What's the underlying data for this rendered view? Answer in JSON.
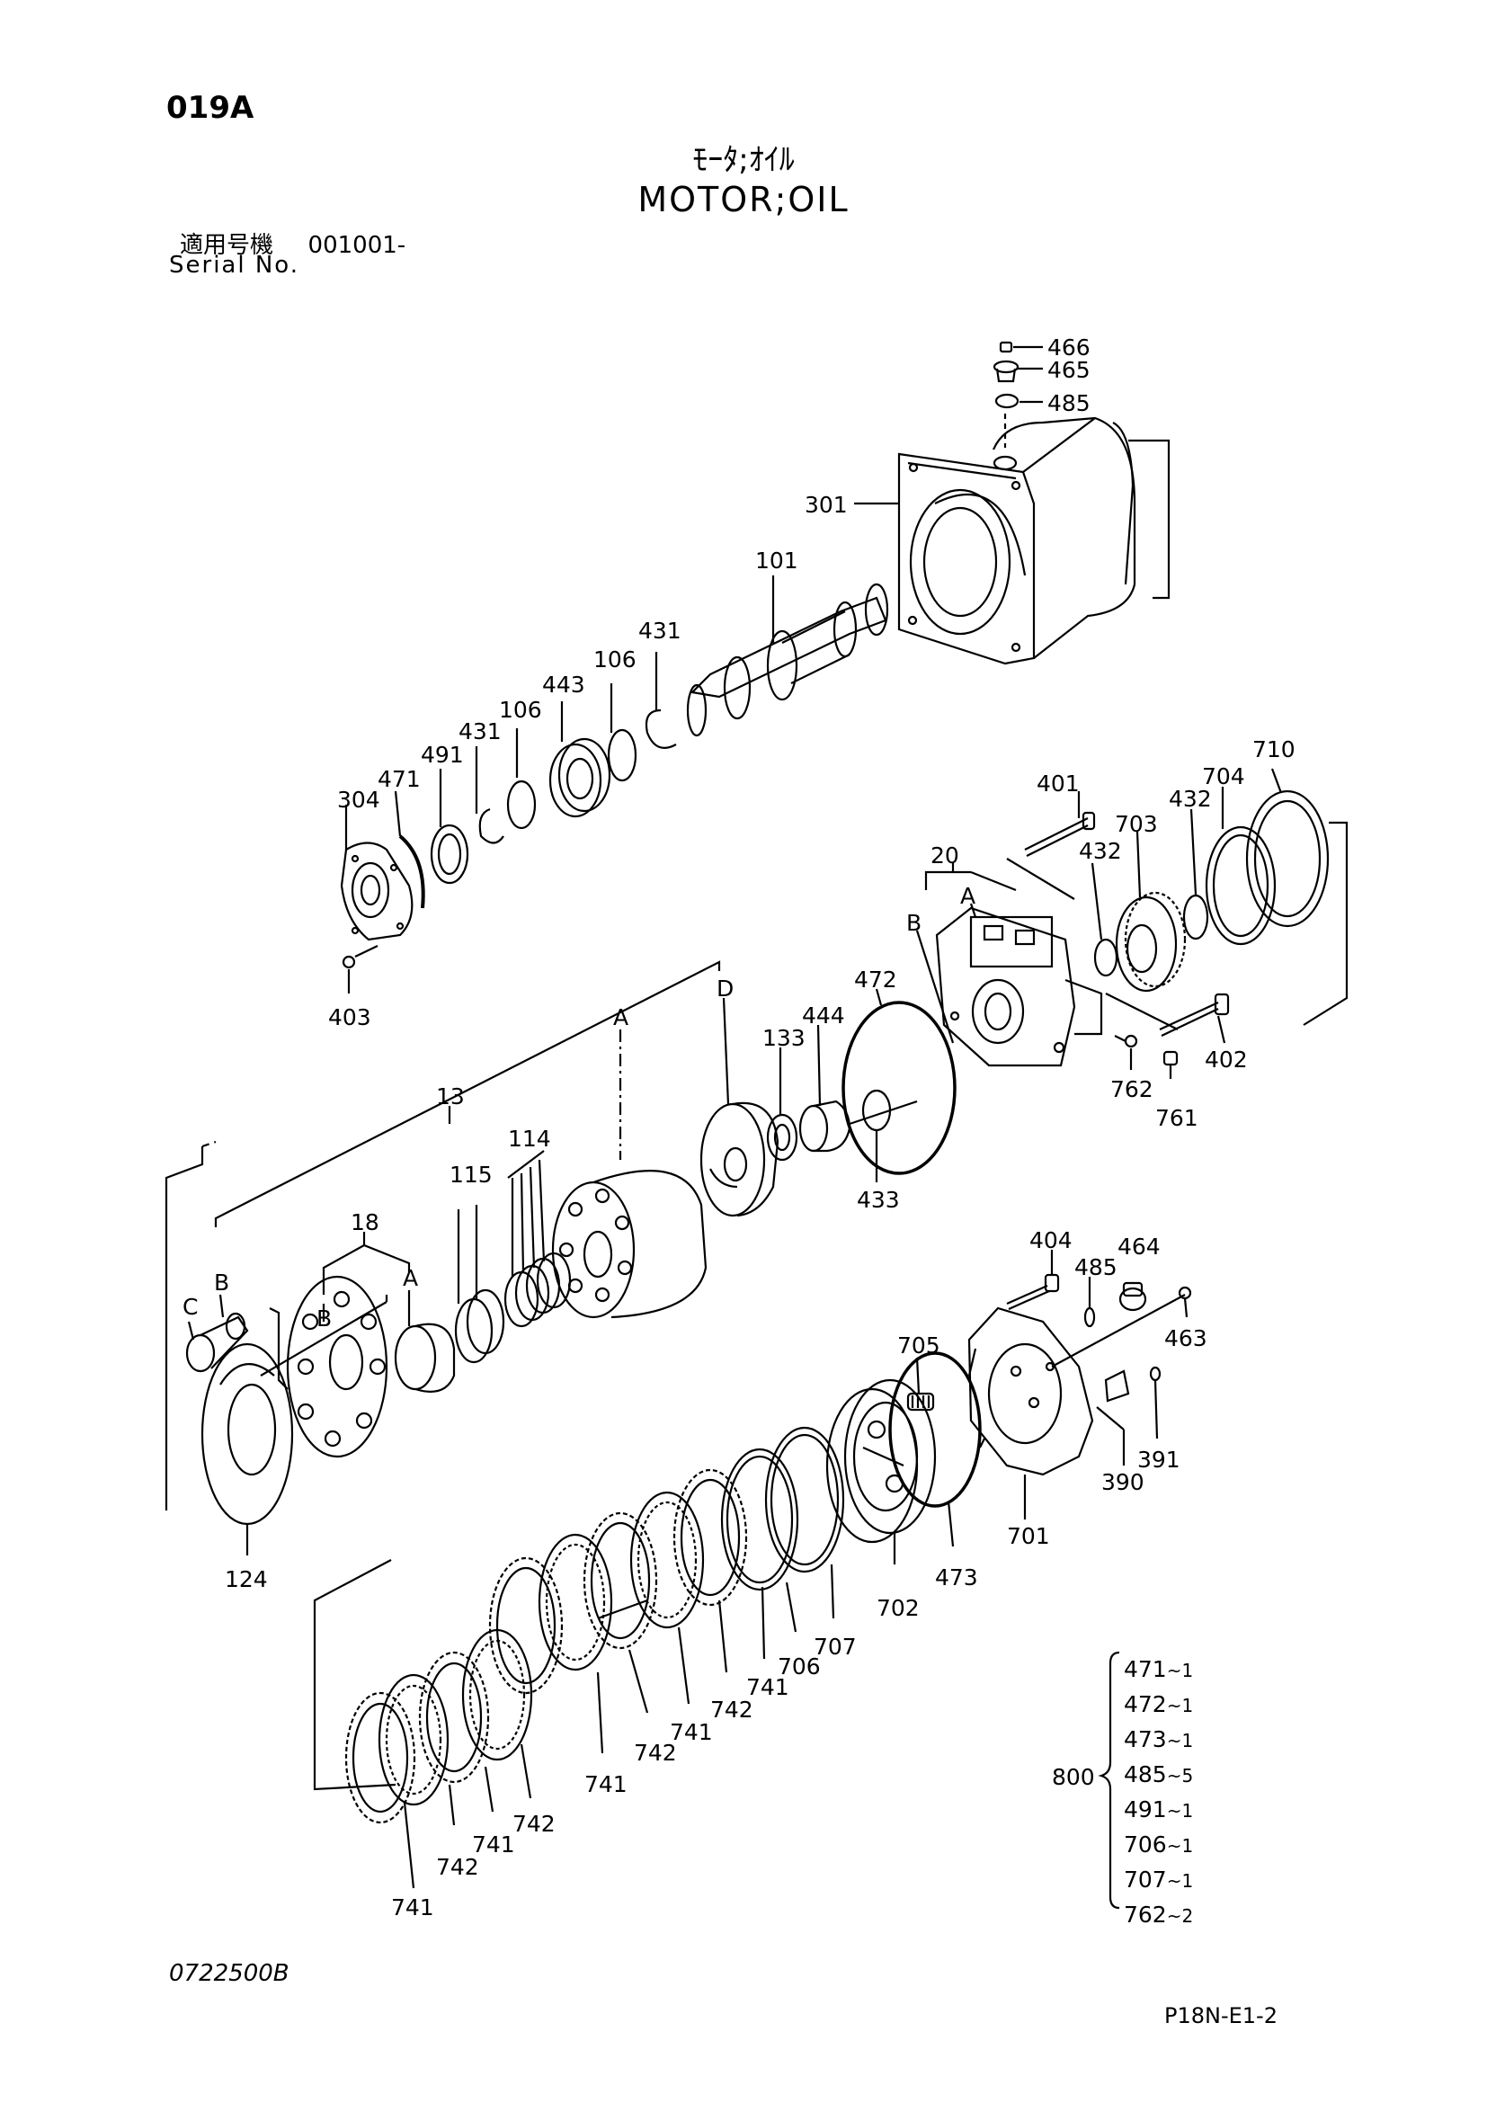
{
  "header": {
    "code": "019A",
    "title_jp": "ﾓｰﾀ;ｵｲﾙ",
    "title_en": "MOTOR;OIL",
    "serial_label_jp": "適用号機",
    "serial_number": "001001-",
    "serial_label_en": "Serial No."
  },
  "footer": {
    "doc_code": "0722500B",
    "page_code": "P18N-E1-2"
  },
  "callouts": {
    "c466": "466",
    "c465": "465",
    "c485a": "485",
    "c301": "301",
    "c101": "101",
    "c431a": "431",
    "c106a": "106",
    "c443": "443",
    "c106b": "106",
    "c431b": "431",
    "c491": "491",
    "c471": "471",
    "c304": "304",
    "c403": "403",
    "c401": "401",
    "c710": "710",
    "c704": "704",
    "c432a": "432",
    "c703": "703",
    "c432b": "432",
    "c20": "20",
    "c402": "402",
    "c762": "762",
    "c761": "761",
    "c472": "472",
    "c444": "444",
    "c133": "133",
    "c433": "433",
    "c13": "13",
    "c114": "114",
    "c115": "115",
    "c18": "18",
    "c124": "124",
    "c404": "404",
    "c485b": "485",
    "c464": "464",
    "c463": "463",
    "c705": "705",
    "c390": "390",
    "c391": "391",
    "c701": "701",
    "c473": "473",
    "c702": "702",
    "c707a": "707",
    "c706a": "706",
    "c741a": "741",
    "c742a": "742",
    "c741b": "741",
    "c742b": "742",
    "c741c": "741",
    "c742c": "742",
    "c741d": "741",
    "c742d": "742",
    "c741e": "741",
    "c800": "800"
  },
  "letters": {
    "A1": "A",
    "B1": "B",
    "A2": "A",
    "D": "D",
    "B2": "B",
    "C": "C",
    "A3": "A",
    "B3": "B"
  },
  "kit_800": {
    "label": "800",
    "items": [
      {
        "part": "471",
        "qty": "~1"
      },
      {
        "part": "472",
        "qty": "~1"
      },
      {
        "part": "473",
        "qty": "~1"
      },
      {
        "part": "485",
        "qty": "~5"
      },
      {
        "part": "491",
        "qty": "~1"
      },
      {
        "part": "706",
        "qty": "~1"
      },
      {
        "part": "707",
        "qty": "~1"
      },
      {
        "part": "762",
        "qty": "~2"
      }
    ]
  }
}
